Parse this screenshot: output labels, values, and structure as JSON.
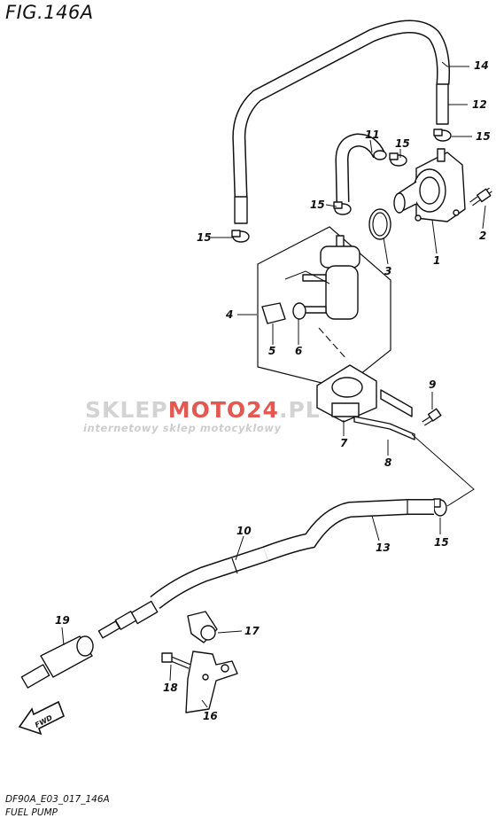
{
  "figure": {
    "title": "FIG.146A",
    "drawing_code": "DF90A_E03_017_146A",
    "drawing_name": "FUEL PUMP"
  },
  "watermark": {
    "brand_part1": "SKLEP",
    "brand_part2": "MOTO",
    "brand_part3": "24",
    "brand_part4": ".PL",
    "tagline": "internetowy sklep motocyklowy"
  },
  "direction_marker": {
    "label": "FWD"
  },
  "callouts": [
    {
      "id": "c1",
      "number": "1"
    },
    {
      "id": "c2",
      "number": "2"
    },
    {
      "id": "c3",
      "number": "3"
    },
    {
      "id": "c4",
      "number": "4"
    },
    {
      "id": "c5",
      "number": "5"
    },
    {
      "id": "c6",
      "number": "6"
    },
    {
      "id": "c7",
      "number": "7"
    },
    {
      "id": "c8",
      "number": "8"
    },
    {
      "id": "c9",
      "number": "9"
    },
    {
      "id": "c10",
      "number": "10"
    },
    {
      "id": "c11",
      "number": "11"
    },
    {
      "id": "c12",
      "number": "12"
    },
    {
      "id": "c13",
      "number": "13"
    },
    {
      "id": "c14",
      "number": "14"
    },
    {
      "id": "c15a",
      "number": "15"
    },
    {
      "id": "c15b",
      "number": "15"
    },
    {
      "id": "c15c",
      "number": "15"
    },
    {
      "id": "c15d",
      "number": "15"
    },
    {
      "id": "c15e",
      "number": "15"
    },
    {
      "id": "c16",
      "number": "16"
    },
    {
      "id": "c17",
      "number": "17"
    },
    {
      "id": "c18",
      "number": "18"
    },
    {
      "id": "c19",
      "number": "19"
    }
  ],
  "colors": {
    "ink": "#111111",
    "watermark_grey": "#c8c8c8",
    "watermark_red": "#e0463f"
  }
}
